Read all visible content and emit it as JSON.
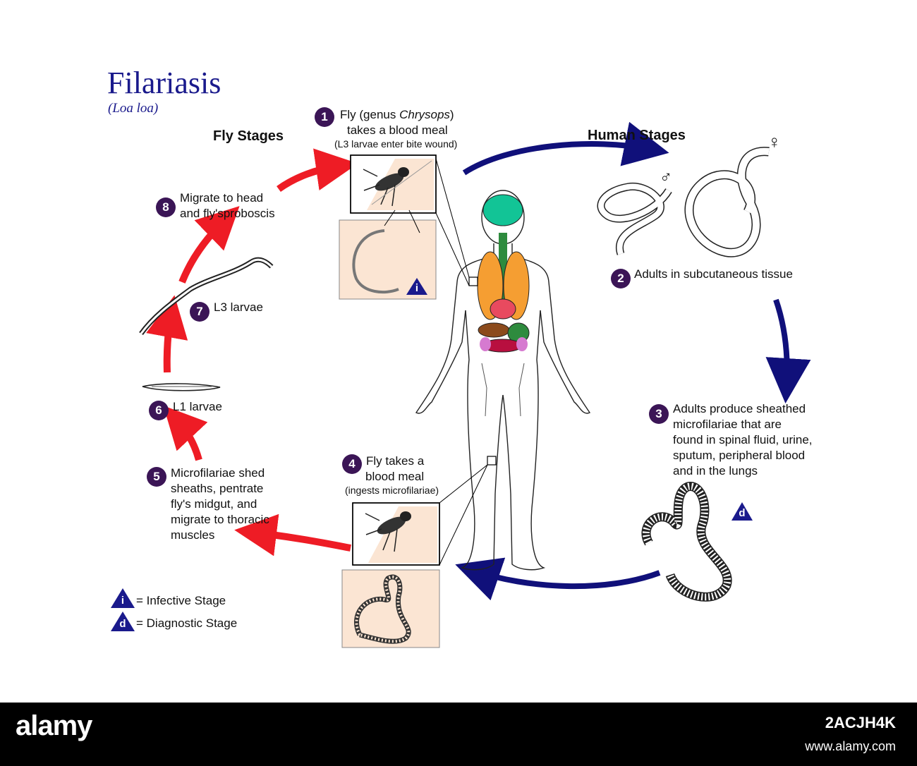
{
  "title": "Filariasis",
  "subtitle": "(Loa loa)",
  "headings": {
    "fly": "Fly Stages",
    "human": "Human Stages"
  },
  "steps": {
    "s1": {
      "num": "1",
      "pre": "Fly (genus ",
      "italic": "Chrysops",
      "post": ")",
      "line2": "takes a blood meal",
      "note": "(L3 larvae enter bite wound)"
    },
    "s2": {
      "num": "2",
      "text": "Adults in subcutaneous tissue"
    },
    "s3": {
      "num": "3",
      "lines": [
        "Adults produce sheathed",
        "microfilariae that are",
        "found in spinal fluid, urine,",
        "sputum, peripheral blood",
        "and in the lungs"
      ]
    },
    "s4": {
      "num": "4",
      "line1": "Fly takes a",
      "line2": "blood meal",
      "note": "(ingests microfilariae)"
    },
    "s5": {
      "num": "5",
      "lines": [
        "Microfilariae shed",
        "sheaths, pentrate",
        "fly's midgut, and",
        "migrate to thoracic",
        "muscles"
      ]
    },
    "s6": {
      "num": "6",
      "text": "L1 larvae"
    },
    "s7": {
      "num": "7",
      "text": "L3 larvae"
    },
    "s8": {
      "num": "8",
      "line1": "Migrate to head",
      "line2": "and fly'sproboscis"
    }
  },
  "markers": {
    "infective": "i",
    "diagnostic": "d",
    "male": "♂",
    "female": "♀"
  },
  "legend": {
    "infective": "= Infective Stage",
    "diagnostic": "= Diagnostic Stage"
  },
  "footer": {
    "brand": "alamy",
    "code": "2ACJH4K",
    "url": "www.alamy.com"
  },
  "colors": {
    "human_arrow": "#10107a",
    "fly_arrow": "#ee1c25",
    "badge": "#3b1556",
    "title": "#1a1a8c",
    "panel": "#fbe5d3"
  }
}
